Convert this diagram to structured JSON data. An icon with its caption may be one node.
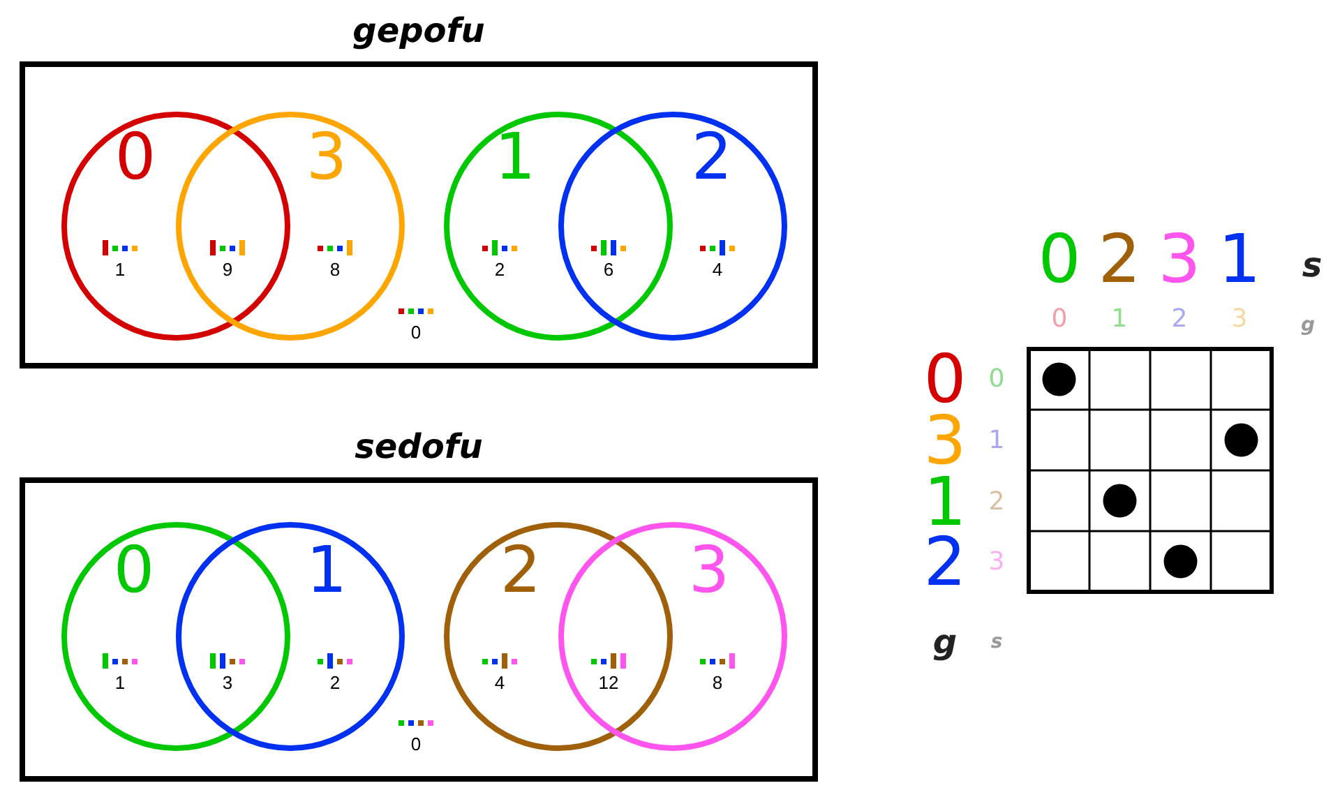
{
  "diagram": {
    "nodes": [
      {
        "text": [
          "gepofu"
        ]
      },
      {
        "text": [
          "0"
        ],
        "in": 0
      },
      {
        "text": [
          "3"
        ],
        "in": 0
      },
      {
        "text": [
          "1"
        ],
        "in": 0
      },
      {
        "text": [
          "2"
        ],
        "in": 0
      },
      {
        "text": [
          "sedofu"
        ]
      },
      {
        "text": [
          "0"
        ],
        "in": 5
      },
      {
        "text": [
          "1"
        ],
        "in": 5
      },
      {
        "text": [
          "2"
        ],
        "in": 5
      },
      {
        "text": [
          "3"
        ],
        "in": 5
      }
    ],
    "labels": [
      "1",
      "9",
      "8",
      "2",
      "6",
      "4",
      "0",
      "1",
      "3",
      "2",
      "4",
      "12",
      "8",
      "0",
      "0",
      "2",
      "3",
      "1",
      "s",
      "0",
      "1",
      "2",
      "3",
      "g",
      "0",
      "0",
      "3",
      "1",
      "1",
      "2",
      "2",
      "3",
      "g",
      "s"
    ]
  }
}
